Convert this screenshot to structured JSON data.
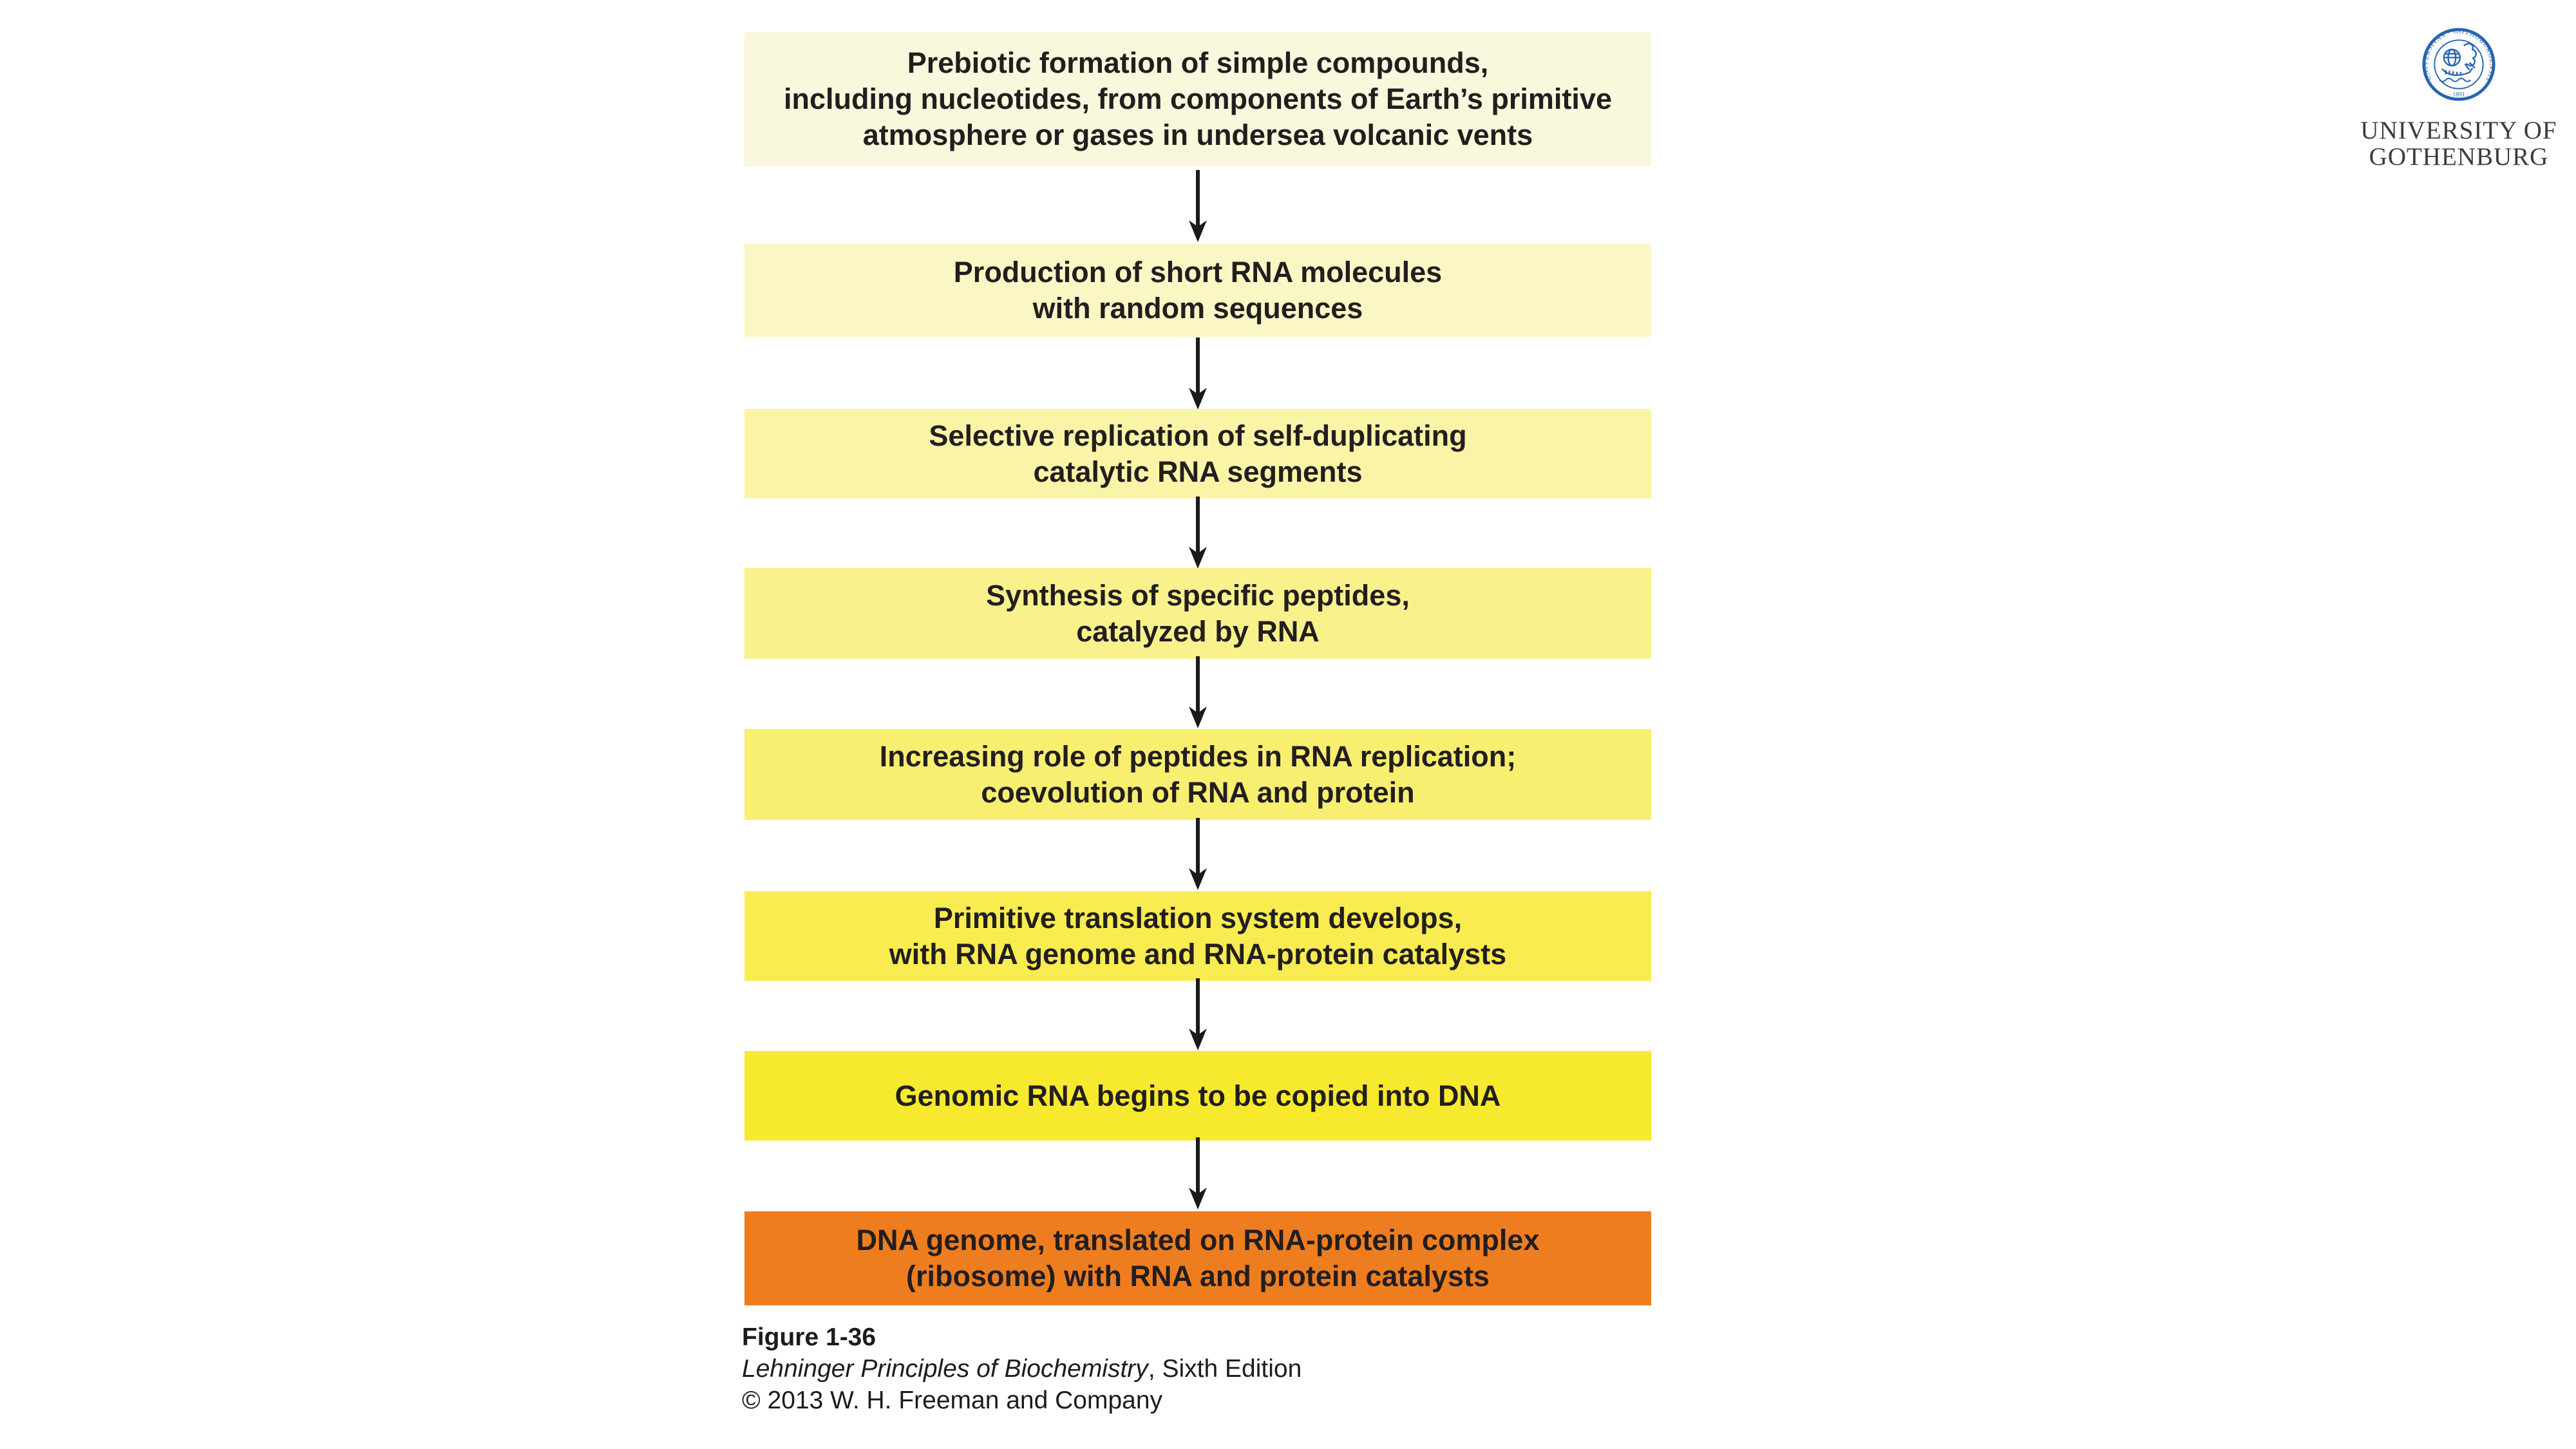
{
  "flowchart": {
    "text_color": "#221E1F",
    "arrow_color": "#1a1a1a",
    "steps": [
      {
        "lines": [
          "Prebiotic formation of simple compounds,",
          "including nucleotides, from components of Earth’s primitive",
          "atmosphere or gases in undersea volcanic vents"
        ],
        "color": "#F9F7DC"
      },
      {
        "lines": [
          "Production of short RNA molecules",
          "with random sequences"
        ],
        "color": "#FBF7C5"
      },
      {
        "lines": [
          "Selective replication of self-duplicating",
          "catalytic RNA segments"
        ],
        "color": "#FAF4A6"
      },
      {
        "lines": [
          "Synthesis of specific peptides,",
          "catalyzed by RNA"
        ],
        "color": "#F9F18C"
      },
      {
        "lines": [
          "Increasing role of peptides in RNA replication;",
          "coevolution of RNA and protein"
        ],
        "color": "#F8EE70"
      },
      {
        "lines": [
          "Primitive translation system develops,",
          "with RNA genome and RNA-protein catalysts"
        ],
        "color": "#F8EC50"
      },
      {
        "lines": [
          "Genomic RNA begins to be copied into DNA"
        ],
        "color": "#F7EA2E"
      },
      {
        "lines": [
          "DNA genome, translated on RNA-protein complex",
          "(ribosome) with RNA and protein catalysts"
        ],
        "color": "#EE7D20"
      }
    ]
  },
  "caption": {
    "figure_label": "Figure 1-36",
    "book_title": "Lehninger Principles of Biochemistry",
    "edition": ", Sixth Edition",
    "copyright": "© 2013 W. H. Freeman and Company"
  },
  "logo": {
    "name_line1": "UNIVERSITY OF",
    "name_line2": "GOTHENBURG",
    "seal_ring_text": "UNIVERSITAS · GOTHOBURGENSIS",
    "seal_year": "· 1891 ·",
    "seal_color": "#2665AE",
    "text_color": "#3B3B3C"
  }
}
